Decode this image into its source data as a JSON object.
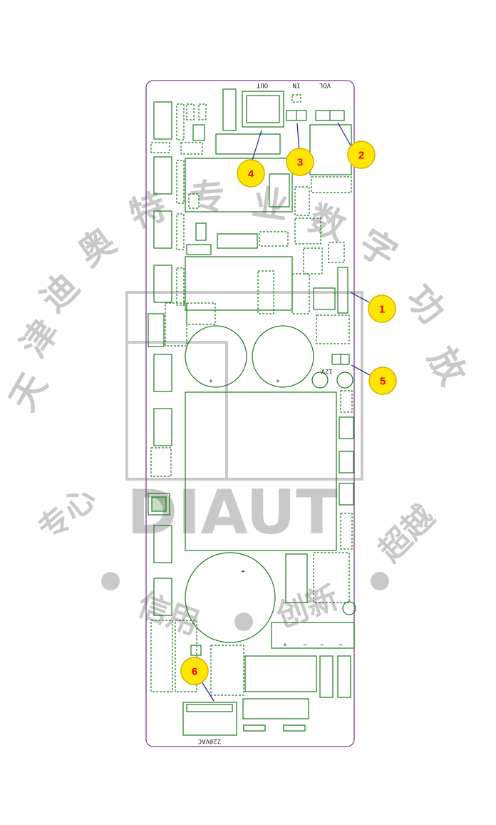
{
  "board": {
    "outline_color": "#7a3b8f",
    "trace_color": "#1a7a1a",
    "labels": {
      "vol": "VOL",
      "in": "IN",
      "out": "OUT",
      "ac_in": "220VAC",
      "rect_plus": "+",
      "rect_ac1": "~",
      "rect_ac2": "~",
      "rect_minus": "−",
      "cap_plus_1": "+",
      "cap_plus_2": "+",
      "cap_plus_3": "+",
      "reg": "12V"
    }
  },
  "markers": [
    {
      "id": "1"
    },
    {
      "id": "2"
    },
    {
      "id": "3"
    },
    {
      "id": "4"
    },
    {
      "id": "5"
    },
    {
      "id": "6"
    }
  ],
  "marker_style": {
    "fill": "#ffe600",
    "stroke": "#d4b000",
    "text": "#e60000"
  },
  "watermark": {
    "brand": "DIAUT",
    "arc_top": "天津迪奥特专业数字功放",
    "left_phrase": "专心",
    "center_phrase_1": "信用",
    "center_phrase_2": "创新",
    "right_phrase": "超越",
    "color": "#c9c9c9"
  }
}
